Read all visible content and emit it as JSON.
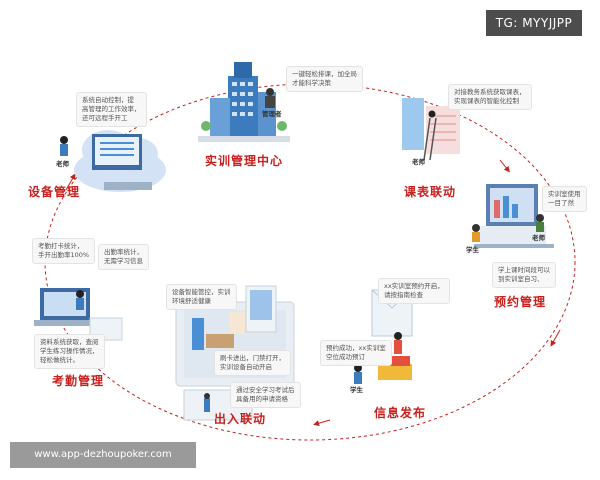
{
  "watermarks": {
    "tg": "TG: MYYJJPP",
    "url": "www.app-dezhoupoker.com"
  },
  "nodes": {
    "center": "实训管理中心",
    "schedule": "课表联动",
    "booking": "预约管理",
    "notice": "信息发布",
    "access": "出入联动",
    "attendance": "考勤管理",
    "device": "设备管理"
  },
  "notes": {
    "center": "一键轻松排课，加全局\n才能科学决策",
    "schedule": "对接教务系统获取课表，\n实现课表的智能化控制",
    "booking_teacher": "实训室使用\n一目了然",
    "booking_student": "学上课时间段可以\n到实训室自习、",
    "notice_top": "xx实训室预约开启，\n请按指南检查",
    "notice_mid": "预约成功，xx实训室\n空位成功预订",
    "access_top": "设备智能管控，实训\n环境舒适健康",
    "access_mid": "刷卡进出，门禁打开，\n实训设备自动开启",
    "access_bottom": "通过安全学习考试后\n具备用的申请资格",
    "attendance_top": "考勤打卡统计，\n手开出勤率100%",
    "attendance_right": "出勤率统计，\n无需学习信息",
    "attendance_bottom": "资料系统获取，查阅\n学生练习操作情况，\n轻松做统计。",
    "device": "系统自动控制，提\n高管理的工作效率，\n还可远程手开工"
  },
  "roles": {
    "manager": "管理者",
    "teacher_schedule": "老师",
    "teacher_booking": "老师",
    "student_booking": "学生",
    "student_notice": "学生",
    "teacher_device": "老师"
  },
  "colors": {
    "label": "#c8201e",
    "cycle": "#c8201e",
    "building": "#3d7bbf",
    "screen": "#4a8fd6"
  }
}
